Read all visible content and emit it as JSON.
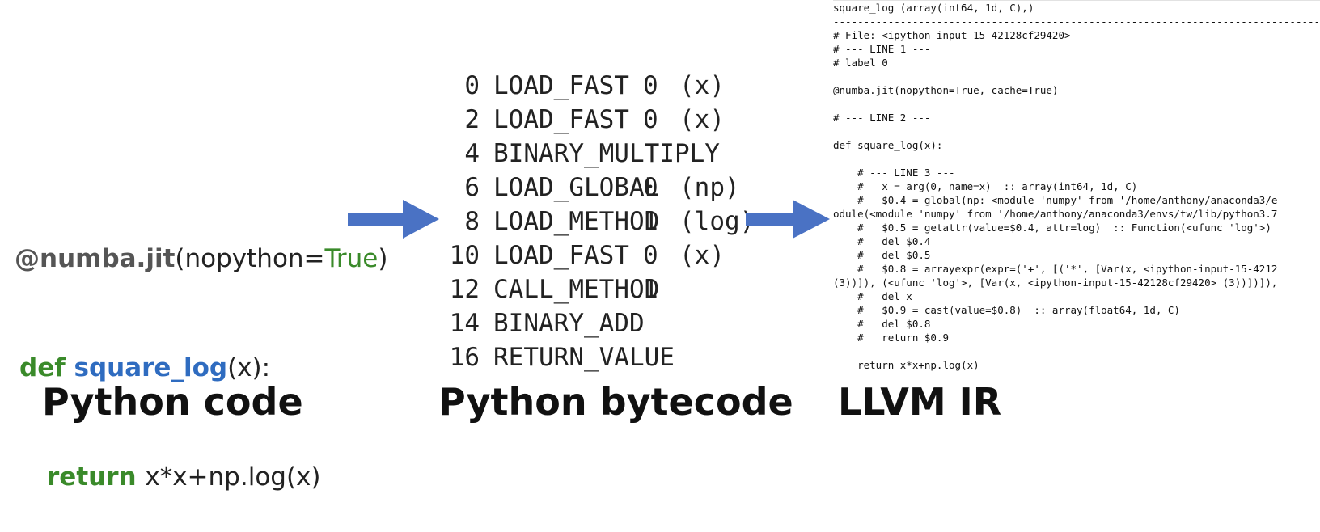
{
  "python_code": {
    "decorator_name": "@numba.jit",
    "decorator_open": "(nopython=",
    "decorator_value": "True",
    "decorator_close": ")",
    "def_keyword": "def ",
    "function_name": "square_log",
    "params": "(x):",
    "return_keyword": "return ",
    "return_expr": "x*x+np.log(x)"
  },
  "bytecode": [
    {
      "offset": "0",
      "op": "LOAD_FAST",
      "arg": "0",
      "argval": "(x)"
    },
    {
      "offset": "2",
      "op": "LOAD_FAST",
      "arg": "0",
      "argval": "(x)"
    },
    {
      "offset": "4",
      "op": "BINARY_MULTIPLY",
      "arg": "",
      "argval": ""
    },
    {
      "offset": "6",
      "op": "LOAD_GLOBAL",
      "arg": "0",
      "argval": "(np)"
    },
    {
      "offset": "8",
      "op": "LOAD_METHOD",
      "arg": "1",
      "argval": "(log)"
    },
    {
      "offset": "10",
      "op": "LOAD_FAST",
      "arg": "0",
      "argval": "(x)"
    },
    {
      "offset": "12",
      "op": "CALL_METHOD",
      "arg": "1",
      "argval": ""
    },
    {
      "offset": "14",
      "op": "BINARY_ADD",
      "arg": "",
      "argval": ""
    },
    {
      "offset": "16",
      "op": "RETURN_VALUE",
      "arg": "",
      "argval": ""
    }
  ],
  "ir_lines": [
    "square_log (array(int64, 1d, C),)",
    "--------------------------------------------------------------------------------",
    "# File: <ipython-input-15-42128cf29420>",
    "# --- LINE 1 ---",
    "# label 0",
    "",
    "@numba.jit(nopython=True, cache=True)",
    "",
    "# --- LINE 2 ---",
    "",
    "def square_log(x):",
    "",
    "    # --- LINE 3 ---",
    "    #   x = arg(0, name=x)  :: array(int64, 1d, C)",
    "    #   $0.4 = global(np: <module 'numpy' from '/home/anthony/anaconda3/e",
    "odule(<module 'numpy' from '/home/anthony/anaconda3/envs/tw/lib/python3.7",
    "    #   $0.5 = getattr(value=$0.4, attr=log)  :: Function(<ufunc 'log'>)",
    "    #   del $0.4",
    "    #   del $0.5",
    "    #   $0.8 = arrayexpr(expr=('+', [('*', [Var(x, <ipython-input-15-4212",
    "(3))]), (<ufunc 'log'>, [Var(x, <ipython-input-15-42128cf29420> (3))])]),",
    "    #   del x",
    "    #   $0.9 = cast(value=$0.8)  :: array(float64, 1d, C)",
    "    #   del $0.8",
    "    #   return $0.9",
    "",
    "    return x*x+np.log(x)"
  ],
  "captions": {
    "python_code": "Python code",
    "python_bytecode": "Python bytecode",
    "llvm_ir": "LLVM IR"
  },
  "colors": {
    "arrow": "#4a72c4",
    "keyword": "#3a8a2a",
    "function": "#2f6cc0"
  }
}
